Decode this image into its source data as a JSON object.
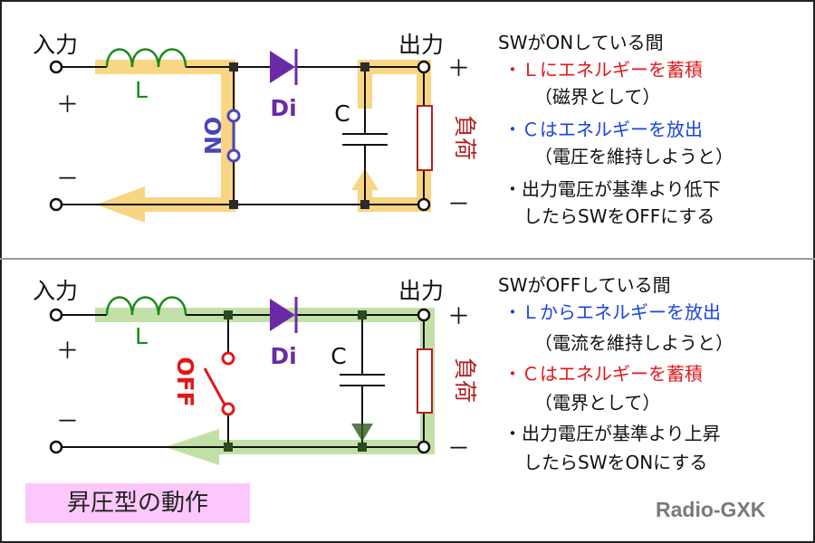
{
  "colors": {
    "wire": "#111111",
    "flow_on": "#f6c85a",
    "flow_off": "#a8d383",
    "inductor": "#1a8a1a",
    "diode": "#6a2aa8",
    "switch_on": "#4a46b8",
    "switch_off": "#e11818",
    "load": "#b22222",
    "cap_flow_on": "#6b5312",
    "cap_flow_off": "#2e5a1e",
    "note_red": "#e11818",
    "note_blue": "#1a44e0",
    "title_bg": "#fcc8fc"
  },
  "top_circuit": {
    "input_label": "入力",
    "output_label": "出力",
    "plus": "＋",
    "minus": "－",
    "inductor_label": "L",
    "diode_label": "Di",
    "switch_label": "ON",
    "capacitor_label": "C",
    "load_label": "負荷"
  },
  "bottom_circuit": {
    "input_label": "入力",
    "output_label": "出力",
    "plus": "＋",
    "minus": "－",
    "inductor_label": "L",
    "diode_label": "Di",
    "switch_label": "OFF",
    "capacitor_label": "C",
    "load_label": "負荷"
  },
  "notes_on": {
    "heading": "SWがONしている間",
    "items": [
      {
        "text": "・Ｌにエネルギーを蓄積",
        "color": "red"
      },
      {
        "text": "（磁界として）",
        "color": "black"
      },
      {
        "text": "・Ｃはエネルギーを放出",
        "color": "blue"
      },
      {
        "text": "（電圧を維持しようと）",
        "color": "black"
      },
      {
        "text": "・出力電圧が基準より低下",
        "color": "black"
      },
      {
        "text": "したらSWをOFFにする",
        "color": "black"
      }
    ]
  },
  "notes_off": {
    "heading": "SWがOFFしている間",
    "items": [
      {
        "text": "・Ｌからエネルギーを放出",
        "color": "blue"
      },
      {
        "text": "（電流を維持しようと）",
        "color": "black"
      },
      {
        "text": "・Ｃはエネルギーを蓄積",
        "color": "red"
      },
      {
        "text": "（電界として）",
        "color": "black"
      },
      {
        "text": "・出力電圧が基準より上昇",
        "color": "black"
      },
      {
        "text": "したらSWをONにする",
        "color": "black"
      }
    ]
  },
  "title": "昇圧型の動作",
  "brand": "Radio-GXK"
}
